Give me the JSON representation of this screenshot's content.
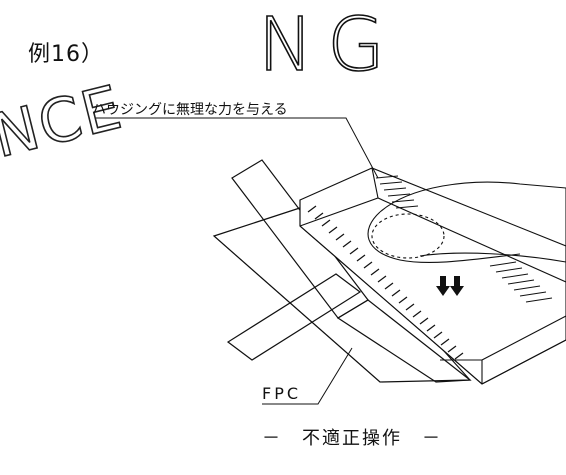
{
  "figure": {
    "example_label": "例16）",
    "title": "NG",
    "callout_text": "ハウジングに無理な力を与える",
    "fpc_label": "FPC",
    "caption": "－　不適正操作　－",
    "watermark_text": "NCE"
  },
  "colors": {
    "line": "#111111",
    "background": "#ffffff"
  }
}
